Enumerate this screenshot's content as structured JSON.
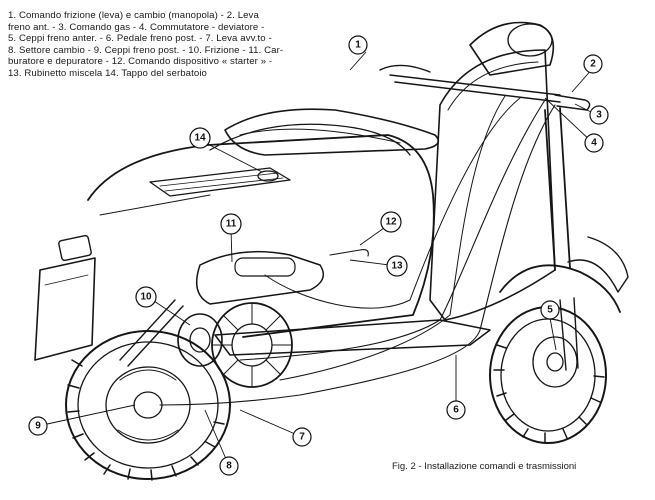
{
  "legend_lines": [
    "1. Comando frizione (leva) e cambio (manopola) - 2. Leva",
    "freno ant. - 3. Comando gas - 4. Commutatore - deviatore -",
    "5. Ceppi freno anter. - 6. Pedale freno post. - 7. Leva avv.to -",
    "8. Settore cambio - 9. Ceppi freno post. - 10. Frizione - 11. Car-",
    "buratore e depuratore - 12. Comando dispositivo « starter » -",
    "13. Rubinetto miscela   14. Tappo del serbatoio"
  ],
  "caption": "Fig. 2 - Installazione comandi e trasmissioni",
  "callouts": [
    "1",
    "2",
    "3",
    "4",
    "5",
    "6",
    "7",
    "8",
    "9",
    "10",
    "11",
    "12",
    "13",
    "14"
  ]
}
